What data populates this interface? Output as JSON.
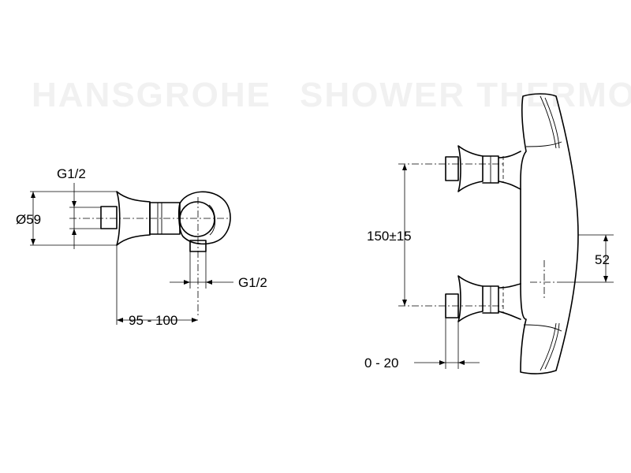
{
  "watermark": {
    "left": "HANSGROHE",
    "right": "SHOWER THERMOSTAT"
  },
  "side_view": {
    "inlet_thread": "G1/2",
    "diameter": "Ø59",
    "outlet_thread": "G1/2",
    "depth": "95 - 100"
  },
  "front_view": {
    "inlet_spacing": "150±15",
    "outlet_offset": "52",
    "wall_offset": "0 - 20"
  }
}
